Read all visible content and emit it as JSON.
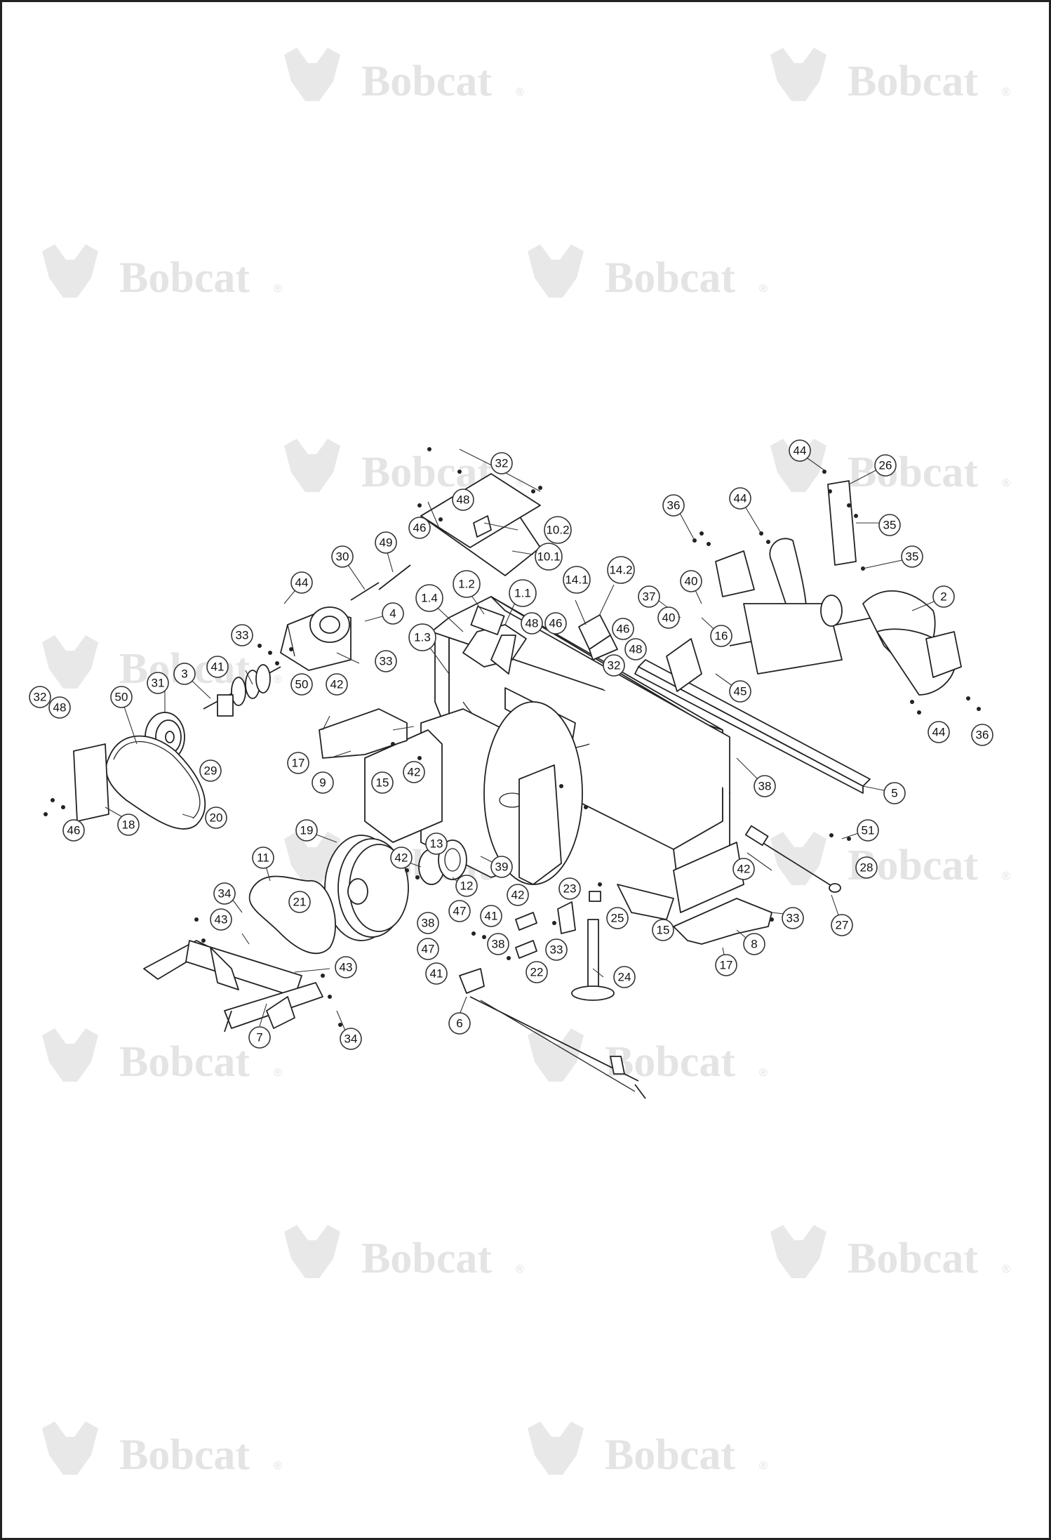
{
  "watermark": {
    "brand": "Bobcat",
    "registered": "®"
  },
  "callouts": [
    {
      "label": "32",
      "id": "c-32a"
    },
    {
      "label": "48",
      "id": "c-48a"
    },
    {
      "label": "46",
      "id": "c-46a"
    },
    {
      "label": "10.2",
      "id": "c-10-2"
    },
    {
      "label": "10.1",
      "id": "c-10-1"
    },
    {
      "label": "30",
      "id": "c-30"
    },
    {
      "label": "49",
      "id": "c-49"
    },
    {
      "label": "1.4",
      "id": "c-1-4"
    },
    {
      "label": "1.2",
      "id": "c-1-2"
    },
    {
      "label": "1.1",
      "id": "c-1-1"
    },
    {
      "label": "1.3",
      "id": "c-1-3"
    },
    {
      "label": "14.1",
      "id": "c-14-1"
    },
    {
      "label": "14.2",
      "id": "c-14-2"
    },
    {
      "label": "48",
      "id": "c-48b"
    },
    {
      "label": "46",
      "id": "c-46b"
    },
    {
      "label": "46",
      "id": "c-46c"
    },
    {
      "label": "32",
      "id": "c-32b"
    },
    {
      "label": "48",
      "id": "c-48c"
    },
    {
      "label": "44",
      "id": "c-44a"
    },
    {
      "label": "26",
      "id": "c-26"
    },
    {
      "label": "36",
      "id": "c-36a"
    },
    {
      "label": "44",
      "id": "c-44b"
    },
    {
      "label": "35",
      "id": "c-35a"
    },
    {
      "label": "35",
      "id": "c-35b"
    },
    {
      "label": "2",
      "id": "c-2"
    },
    {
      "label": "37",
      "id": "c-37"
    },
    {
      "label": "40",
      "id": "c-40a"
    },
    {
      "label": "40",
      "id": "c-40b"
    },
    {
      "label": "16",
      "id": "c-16"
    },
    {
      "label": "45",
      "id": "c-45"
    },
    {
      "label": "44",
      "id": "c-44c"
    },
    {
      "label": "36",
      "id": "c-36b"
    },
    {
      "label": "5",
      "id": "c-5"
    },
    {
      "label": "38",
      "id": "c-38a"
    },
    {
      "label": "33",
      "id": "c-33a"
    },
    {
      "label": "44",
      "id": "c-44d"
    },
    {
      "label": "4",
      "id": "c-4"
    },
    {
      "label": "33",
      "id": "c-33b"
    },
    {
      "label": "50",
      "id": "c-50a"
    },
    {
      "label": "42",
      "id": "c-42a"
    },
    {
      "label": "41",
      "id": "c-41a"
    },
    {
      "label": "3",
      "id": "c-3"
    },
    {
      "label": "31",
      "id": "c-31"
    },
    {
      "label": "50",
      "id": "c-50b"
    },
    {
      "label": "29",
      "id": "c-29"
    },
    {
      "label": "17",
      "id": "c-17a"
    },
    {
      "label": "9",
      "id": "c-9"
    },
    {
      "label": "15",
      "id": "c-15a"
    },
    {
      "label": "42",
      "id": "c-42b"
    },
    {
      "label": "32",
      "id": "c-32c"
    },
    {
      "label": "48",
      "id": "c-48d"
    },
    {
      "label": "46",
      "id": "c-46d"
    },
    {
      "label": "18",
      "id": "c-18"
    },
    {
      "label": "20",
      "id": "c-20"
    },
    {
      "label": "19",
      "id": "c-19"
    },
    {
      "label": "42",
      "id": "c-42c"
    },
    {
      "label": "13",
      "id": "c-13"
    },
    {
      "label": "12",
      "id": "c-12"
    },
    {
      "label": "39",
      "id": "c-39"
    },
    {
      "label": "51",
      "id": "c-51"
    },
    {
      "label": "28",
      "id": "c-28"
    },
    {
      "label": "11",
      "id": "c-11"
    },
    {
      "label": "34",
      "id": "c-34a"
    },
    {
      "label": "21",
      "id": "c-21"
    },
    {
      "label": "43",
      "id": "c-43a"
    },
    {
      "label": "43",
      "id": "c-43b"
    },
    {
      "label": "7",
      "id": "c-7"
    },
    {
      "label": "34",
      "id": "c-34b"
    },
    {
      "label": "42",
      "id": "c-42d"
    },
    {
      "label": "23",
      "id": "c-23"
    },
    {
      "label": "25",
      "id": "c-25"
    },
    {
      "label": "47",
      "id": "c-47a"
    },
    {
      "label": "41",
      "id": "c-41b"
    },
    {
      "label": "38",
      "id": "c-38b"
    },
    {
      "label": "38",
      "id": "c-38c"
    },
    {
      "label": "47",
      "id": "c-47b"
    },
    {
      "label": "41",
      "id": "c-41c"
    },
    {
      "label": "22",
      "id": "c-22"
    },
    {
      "label": "33",
      "id": "c-33c"
    },
    {
      "label": "24",
      "id": "c-24"
    },
    {
      "label": "6",
      "id": "c-6"
    },
    {
      "label": "42",
      "id": "c-42e"
    },
    {
      "label": "33",
      "id": "c-33d"
    },
    {
      "label": "15",
      "id": "c-15b"
    },
    {
      "label": "8",
      "id": "c-8"
    },
    {
      "label": "17",
      "id": "c-17b"
    },
    {
      "label": "27",
      "id": "c-27"
    }
  ]
}
